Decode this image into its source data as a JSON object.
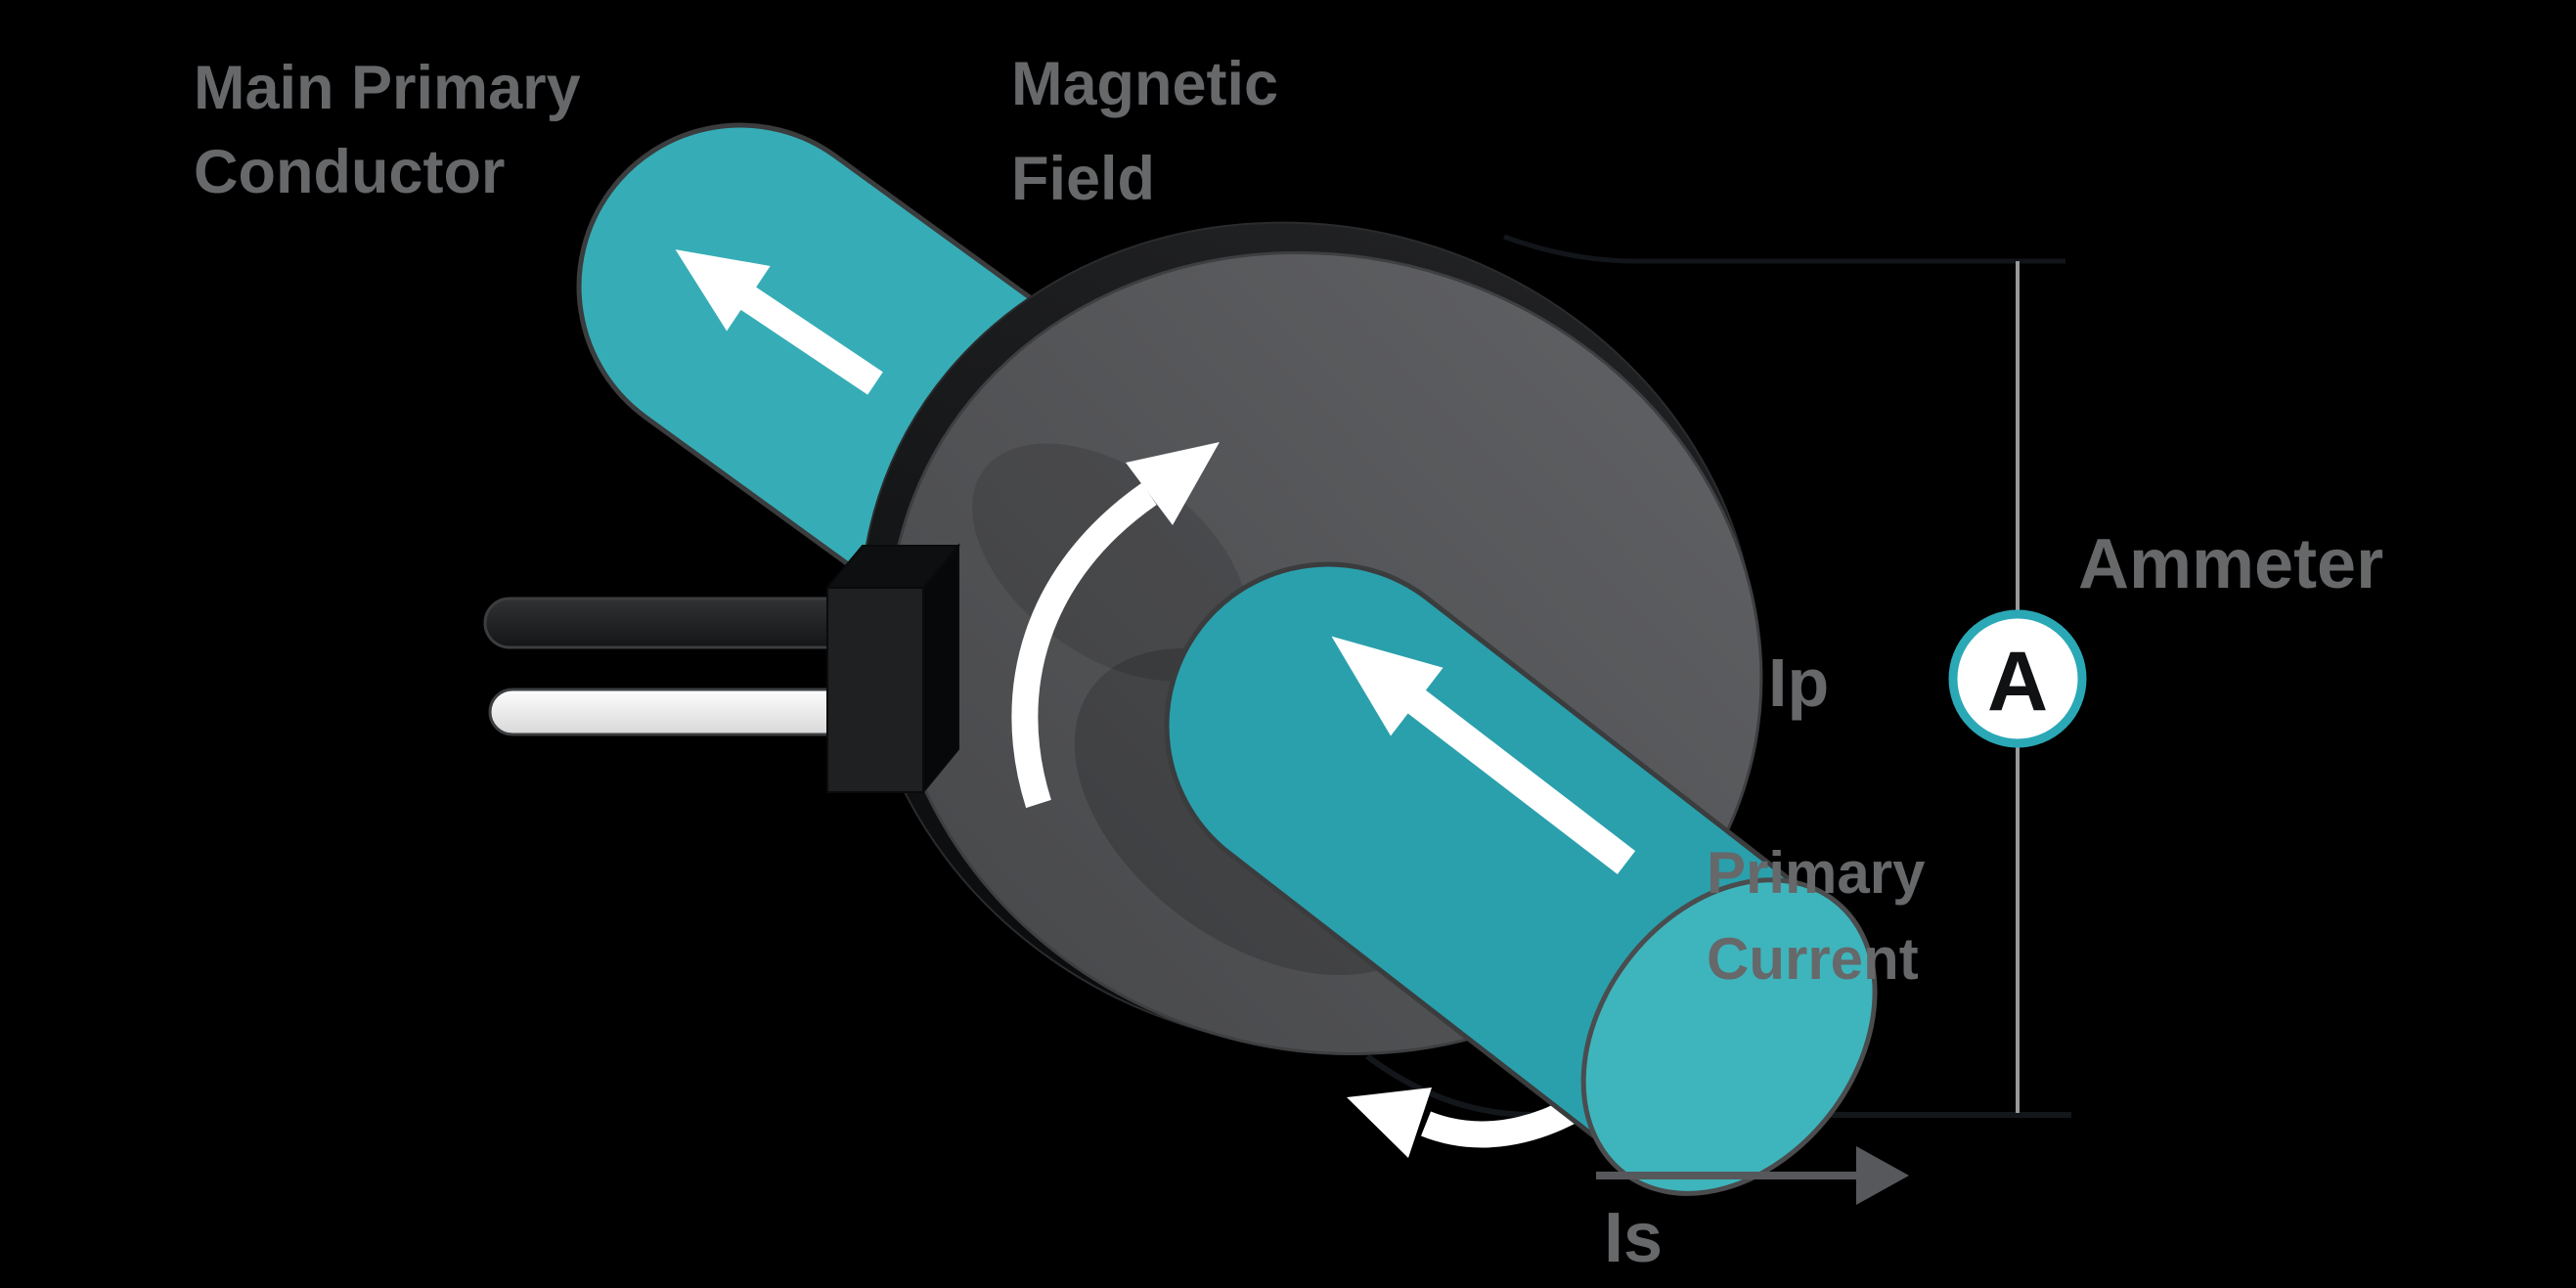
{
  "title": "Current Transformer Diagram",
  "colors": {
    "background": "#000000",
    "conductor_teal": "#2fa9b3",
    "conductor_teal_light": "#4cc0c5",
    "core_gray_light": "#5f6063",
    "core_gray_dark": "#48494b",
    "core_rim_black": "#0b0c0e",
    "label_gray": "#66686a",
    "arrow_white": "#ffffff",
    "secondary_wire_gray": "#97999b",
    "secondary_wire_dark": "#13161a",
    "is_arrow_gray": "#57585c",
    "ammeter_ring_teal": "#2aa8b5",
    "ammeter_fill": "#ffffff",
    "ammeter_letter": "#101113",
    "wire_white": "#f2f2f2",
    "wire_black": "#1d1f21"
  },
  "labels": {
    "main_primary_conductor": {
      "line1": "Main Primary",
      "line2": "Conductor"
    },
    "magnetic_field": {
      "line1": "Magnetic",
      "line2": "Field"
    },
    "ammeter": "Ammeter",
    "primary_current_symbol": "Ip",
    "primary_current": {
      "line1": "Primary",
      "line2": "Current"
    },
    "secondary_current_symbol": "Is",
    "ammeter_symbol": "A"
  },
  "icons": {
    "straight_arrows": "current direction arrows on conductor",
    "curved_arrows": "magnetic field rotation arrows on core",
    "is_arrow": "secondary current direction arrow"
  }
}
